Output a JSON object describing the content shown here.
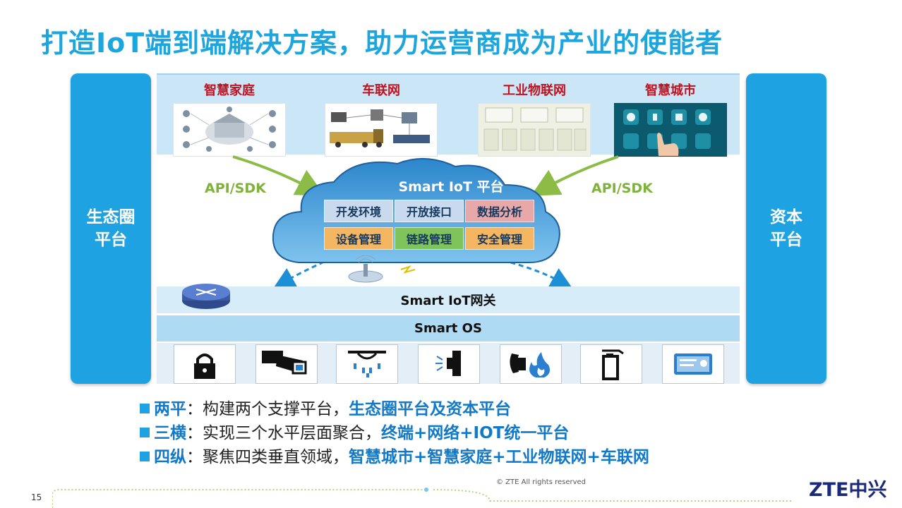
{
  "title": "打造IoT端到端解决方案，助力运营商成为产业的使能者",
  "left_pillar": [
    "生态圈",
    "平台"
  ],
  "right_pillar": [
    "资本",
    "平台"
  ],
  "domains": [
    {
      "label": "智慧家庭"
    },
    {
      "label": "车联网"
    },
    {
      "label": "工业物联网"
    },
    {
      "label": "智慧城市"
    }
  ],
  "api_left": "API/SDK",
  "api_right": "API/SDK",
  "cloud": {
    "title": "Smart IoT 平台",
    "cells": [
      {
        "label": "开发环境",
        "color": "#c9d9ee"
      },
      {
        "label": "开放接口",
        "color": "#c9d9ee"
      },
      {
        "label": "数据分析",
        "color": "#e8a7a8"
      },
      {
        "label": "设备管理",
        "color": "#f5b661"
      },
      {
        "label": "链路管理",
        "color": "#7fc45a"
      },
      {
        "label": "安全管理",
        "color": "#f5b661"
      }
    ]
  },
  "gateway_label": "Smart IoT网关",
  "os_label": "Smart OS",
  "devices": [
    "lock-icon",
    "camera-icon",
    "sprinkler-icon",
    "light-switch-icon",
    "gas-alarm-icon",
    "extinguisher-icon",
    "card-reader-icon"
  ],
  "bullets": [
    {
      "key": "两平",
      "colon": "：",
      "normal": "构建两个支撑平台，",
      "highlight": "生态圈平台及资本平台"
    },
    {
      "key": "三横",
      "colon": "：",
      "normal": "实现三个水平层面聚合，",
      "highlight": "终端+网络+IOT统一平台"
    },
    {
      "key": "四纵",
      "colon": "：",
      "normal": "聚焦四类垂直领域，",
      "highlight": "智慧城市+智慧家庭+工业物联网+车联网"
    }
  ],
  "page_number": "15",
  "copyright": "© ZTE All rights reserved",
  "logo": "ZTE中兴",
  "colors": {
    "accent": "#1ea2e1",
    "title": "#1da6dd",
    "domain_label": "#c1121f",
    "api": "#7fb23a"
  }
}
